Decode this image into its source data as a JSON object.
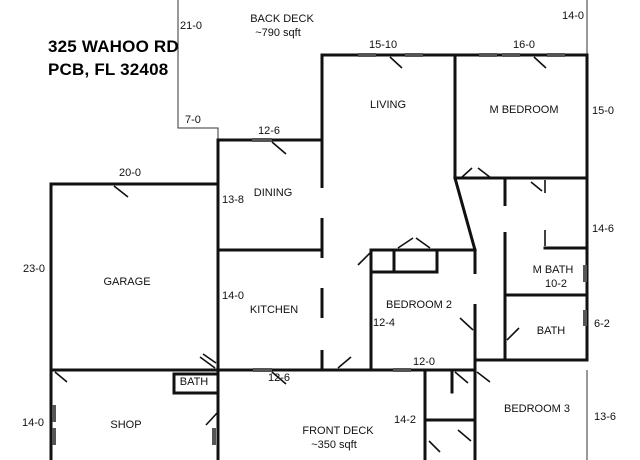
{
  "address": {
    "line1": "325 WAHOO RD",
    "line2": "PCB, FL 32408"
  },
  "rooms": {
    "back_deck": {
      "name": "BACK DECK",
      "area": "~790 sqft"
    },
    "living": "LIVING",
    "master_bedroom": "M BEDROOM",
    "dining": "DINING",
    "garage": "GARAGE",
    "kitchen": "KITCHEN",
    "bedroom_2": "BEDROOM 2",
    "master_bath": {
      "name": "M BATH",
      "dim": "10-2"
    },
    "bath": "BATH",
    "shop": "SHOP",
    "small_bath": "BATH",
    "front_deck": {
      "name": "FRONT DECK",
      "area": "~350 sqft"
    },
    "bedroom_3": "BEDROOM 3"
  },
  "dimensions": {
    "d21_0": "21-0",
    "d14_0_top": "14-0",
    "d15_10": "15-10",
    "d16_0": "16-0",
    "d15_0": "15-0",
    "d7_0": "7-0",
    "d12_6_dining": "12-6",
    "d20_0": "20-0",
    "d13_8": "13-8",
    "d14_6": "14-6",
    "d23_0": "23-0",
    "d14_0_kitchen": "14-0",
    "d12_4": "12-4",
    "d6_2": "6-2",
    "d12_0": "12-0",
    "d12_6_front": "12-6",
    "d14_0_shop": "14-0",
    "d14_2": "14-2",
    "d13_6": "13-6"
  }
}
